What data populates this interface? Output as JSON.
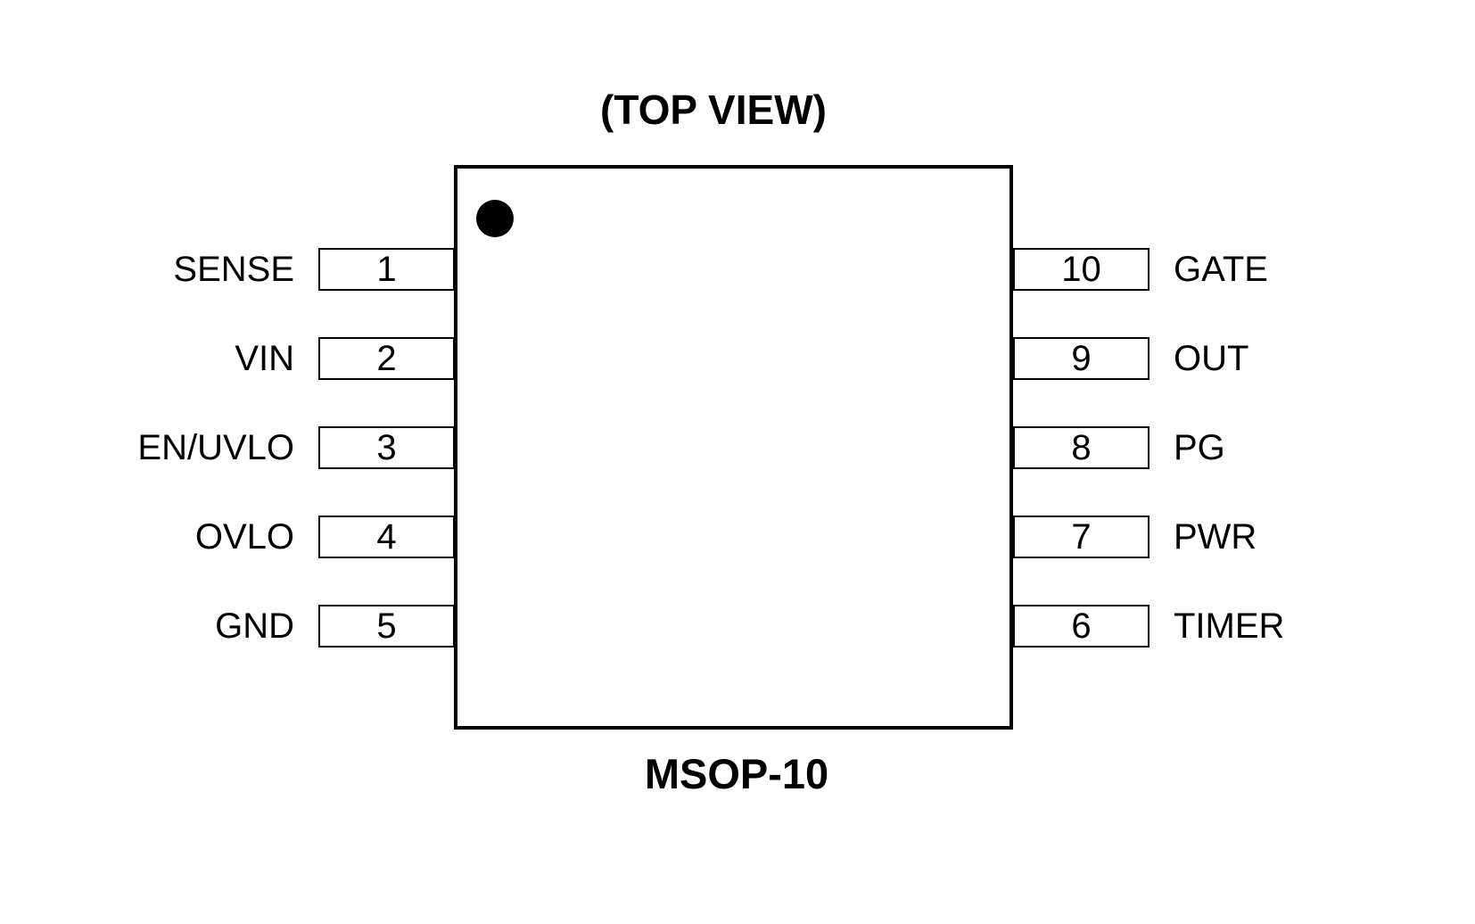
{
  "title": "(TOP VIEW)",
  "package": {
    "name": "MSOP-10",
    "pin1_indicator": "filled-circle"
  },
  "colors": {
    "line": "#000000",
    "background": "#ffffff",
    "text": "#000000"
  },
  "pins": {
    "left": [
      {
        "number": "1",
        "label": "SENSE"
      },
      {
        "number": "2",
        "label": "VIN"
      },
      {
        "number": "3",
        "label": "EN/UVLO"
      },
      {
        "number": "4",
        "label": "OVLO"
      },
      {
        "number": "5",
        "label": "GND"
      }
    ],
    "right": [
      {
        "number": "10",
        "label": "GATE"
      },
      {
        "number": "9",
        "label": "OUT"
      },
      {
        "number": "8",
        "label": "PG"
      },
      {
        "number": "7",
        "label": "PWR"
      },
      {
        "number": "6",
        "label": "TIMER"
      }
    ]
  }
}
